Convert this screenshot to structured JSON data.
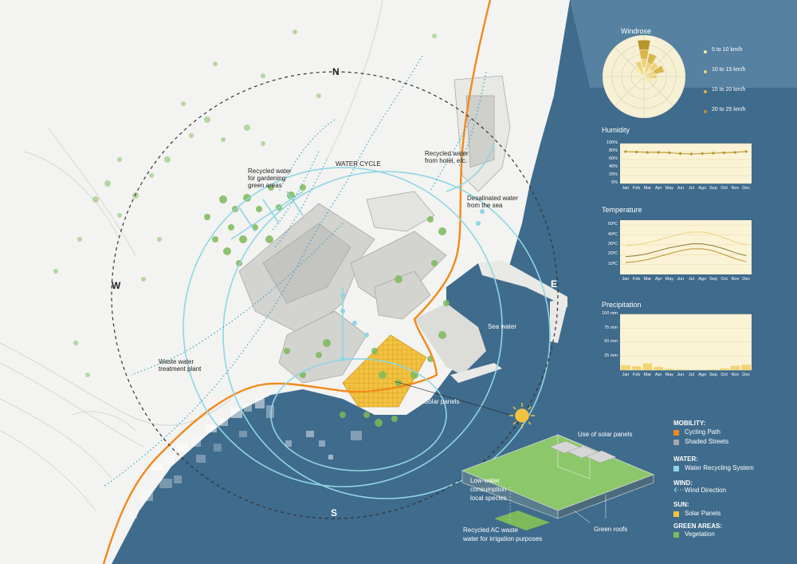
{
  "compass": {
    "n": "N",
    "e": "E",
    "s": "S",
    "w": "W"
  },
  "annotations": {
    "water_cycle": "WATER CYCLE",
    "recycled_garden": [
      "Recycled water",
      "for gardening",
      "green areas"
    ],
    "recycled_hotel": [
      "Recycled water",
      "from hotel, etc."
    ],
    "desalinated": [
      "Desalinated water",
      "from the sea"
    ],
    "waste_plant": [
      "Waste water",
      "treatment plant"
    ],
    "sea_water": "Sea water",
    "solar_panels": "Solar panels",
    "use_solar": "Use of solar panels",
    "low_water": [
      "Low-water",
      "consumption",
      "local species"
    ],
    "recycled_ac": [
      "Recycled AC waste",
      "water for irrigation purposes"
    ],
    "green_roofs": "Green roofs"
  },
  "windrose": {
    "title": "Windrose",
    "legend": [
      "5 to 10 km/h",
      "10 to 15 km/h",
      "15 to 20 km/h",
      "20 to 25 km/h"
    ],
    "colors": [
      "#f7e9a6",
      "#ecd27a",
      "#d8b64c",
      "#b8942a"
    ]
  },
  "months": [
    "Jan",
    "Feb",
    "Mar",
    "Apr",
    "May",
    "Jun",
    "Jul",
    "Ago",
    "Sep",
    "Oct",
    "Nov",
    "Dec"
  ],
  "chart_data": [
    {
      "type": "line",
      "title": "Humidity",
      "yticks": [
        "100%",
        "80%",
        "60%",
        "40%",
        "20%",
        "0%"
      ],
      "ylim": [
        0,
        100
      ],
      "values": [
        80,
        79,
        78,
        78,
        77,
        75,
        74,
        75,
        76,
        77,
        78,
        80
      ]
    },
    {
      "type": "line",
      "title": "Temperature",
      "yticks": [
        "50ºC",
        "40ºC",
        "30ºC",
        "20ºC",
        "10ºC"
      ],
      "ylim": [
        0,
        55
      ],
      "series": [
        {
          "values": [
            29,
            30,
            32,
            35,
            38,
            41,
            43,
            43,
            41,
            37,
            33,
            30
          ]
        },
        {
          "values": [
            18,
            19,
            21,
            24,
            27,
            29,
            31,
            31,
            29,
            26,
            22,
            19
          ]
        },
        {
          "values": [
            12,
            13,
            15,
            18,
            21,
            24,
            26,
            26,
            24,
            20,
            16,
            13
          ]
        }
      ]
    },
    {
      "type": "bar",
      "title": "Precipitation",
      "yticks": [
        "100 mm",
        "75 mm",
        "50 mm",
        "25 mm"
      ],
      "ylim": [
        0,
        100
      ],
      "values": [
        9,
        7,
        12,
        6,
        2,
        1,
        0,
        0,
        1,
        3,
        8,
        10
      ]
    }
  ],
  "legend": {
    "mobility": {
      "title": "MOBILITY:",
      "items": [
        {
          "label": "Cycling Path",
          "color": "#f08a1c"
        },
        {
          "label": "Shaded Streets",
          "color": "#a7a7a7"
        }
      ]
    },
    "water": {
      "title": "WATER:",
      "items": [
        {
          "label": "Water Recycling System",
          "color": "#8fd6e4"
        }
      ]
    },
    "wind": {
      "title": "WIND:",
      "items": [
        {
          "label": "Wind Direction"
        }
      ]
    },
    "sun": {
      "title": "SUN:",
      "items": [
        {
          "label": "Solar Panels",
          "color": "#f2c240"
        }
      ]
    },
    "green": {
      "title": "GREEN AREAS:",
      "items": [
        {
          "label": "Vegetation",
          "color": "#7dba5a"
        }
      ]
    }
  }
}
